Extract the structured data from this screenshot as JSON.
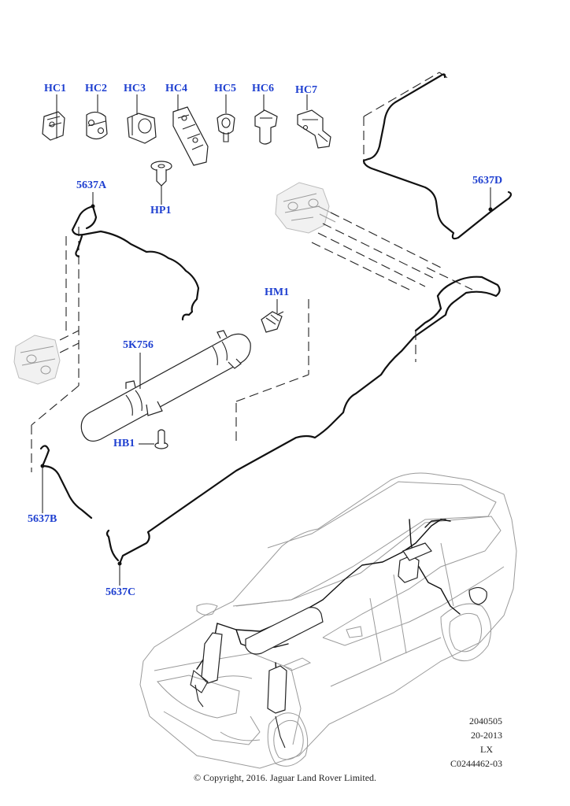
{
  "callouts": {
    "hc1": "HC1",
    "hc2": "HC2",
    "hc3": "HC3",
    "hc4": "HC4",
    "hc5": "HC5",
    "hc6": "HC6",
    "hc7": "HC7",
    "hp1": "HP1",
    "hm1": "HM1",
    "k756": "5K756",
    "hb1": "HB1",
    "a5637": "5637A",
    "b5637": "5637B",
    "c5637": "5637C",
    "d5637": "5637D"
  },
  "meta": {
    "line1": "2040505",
    "line2": "20-2013",
    "line3": "LX",
    "line4": "C0244462-03"
  },
  "copyright": "© Copyright, 2016. Jaguar Land Rover Limited.",
  "colors": {
    "callout": "#1e3fd0",
    "line": "#111111",
    "ghost": "#9a9a9a"
  }
}
